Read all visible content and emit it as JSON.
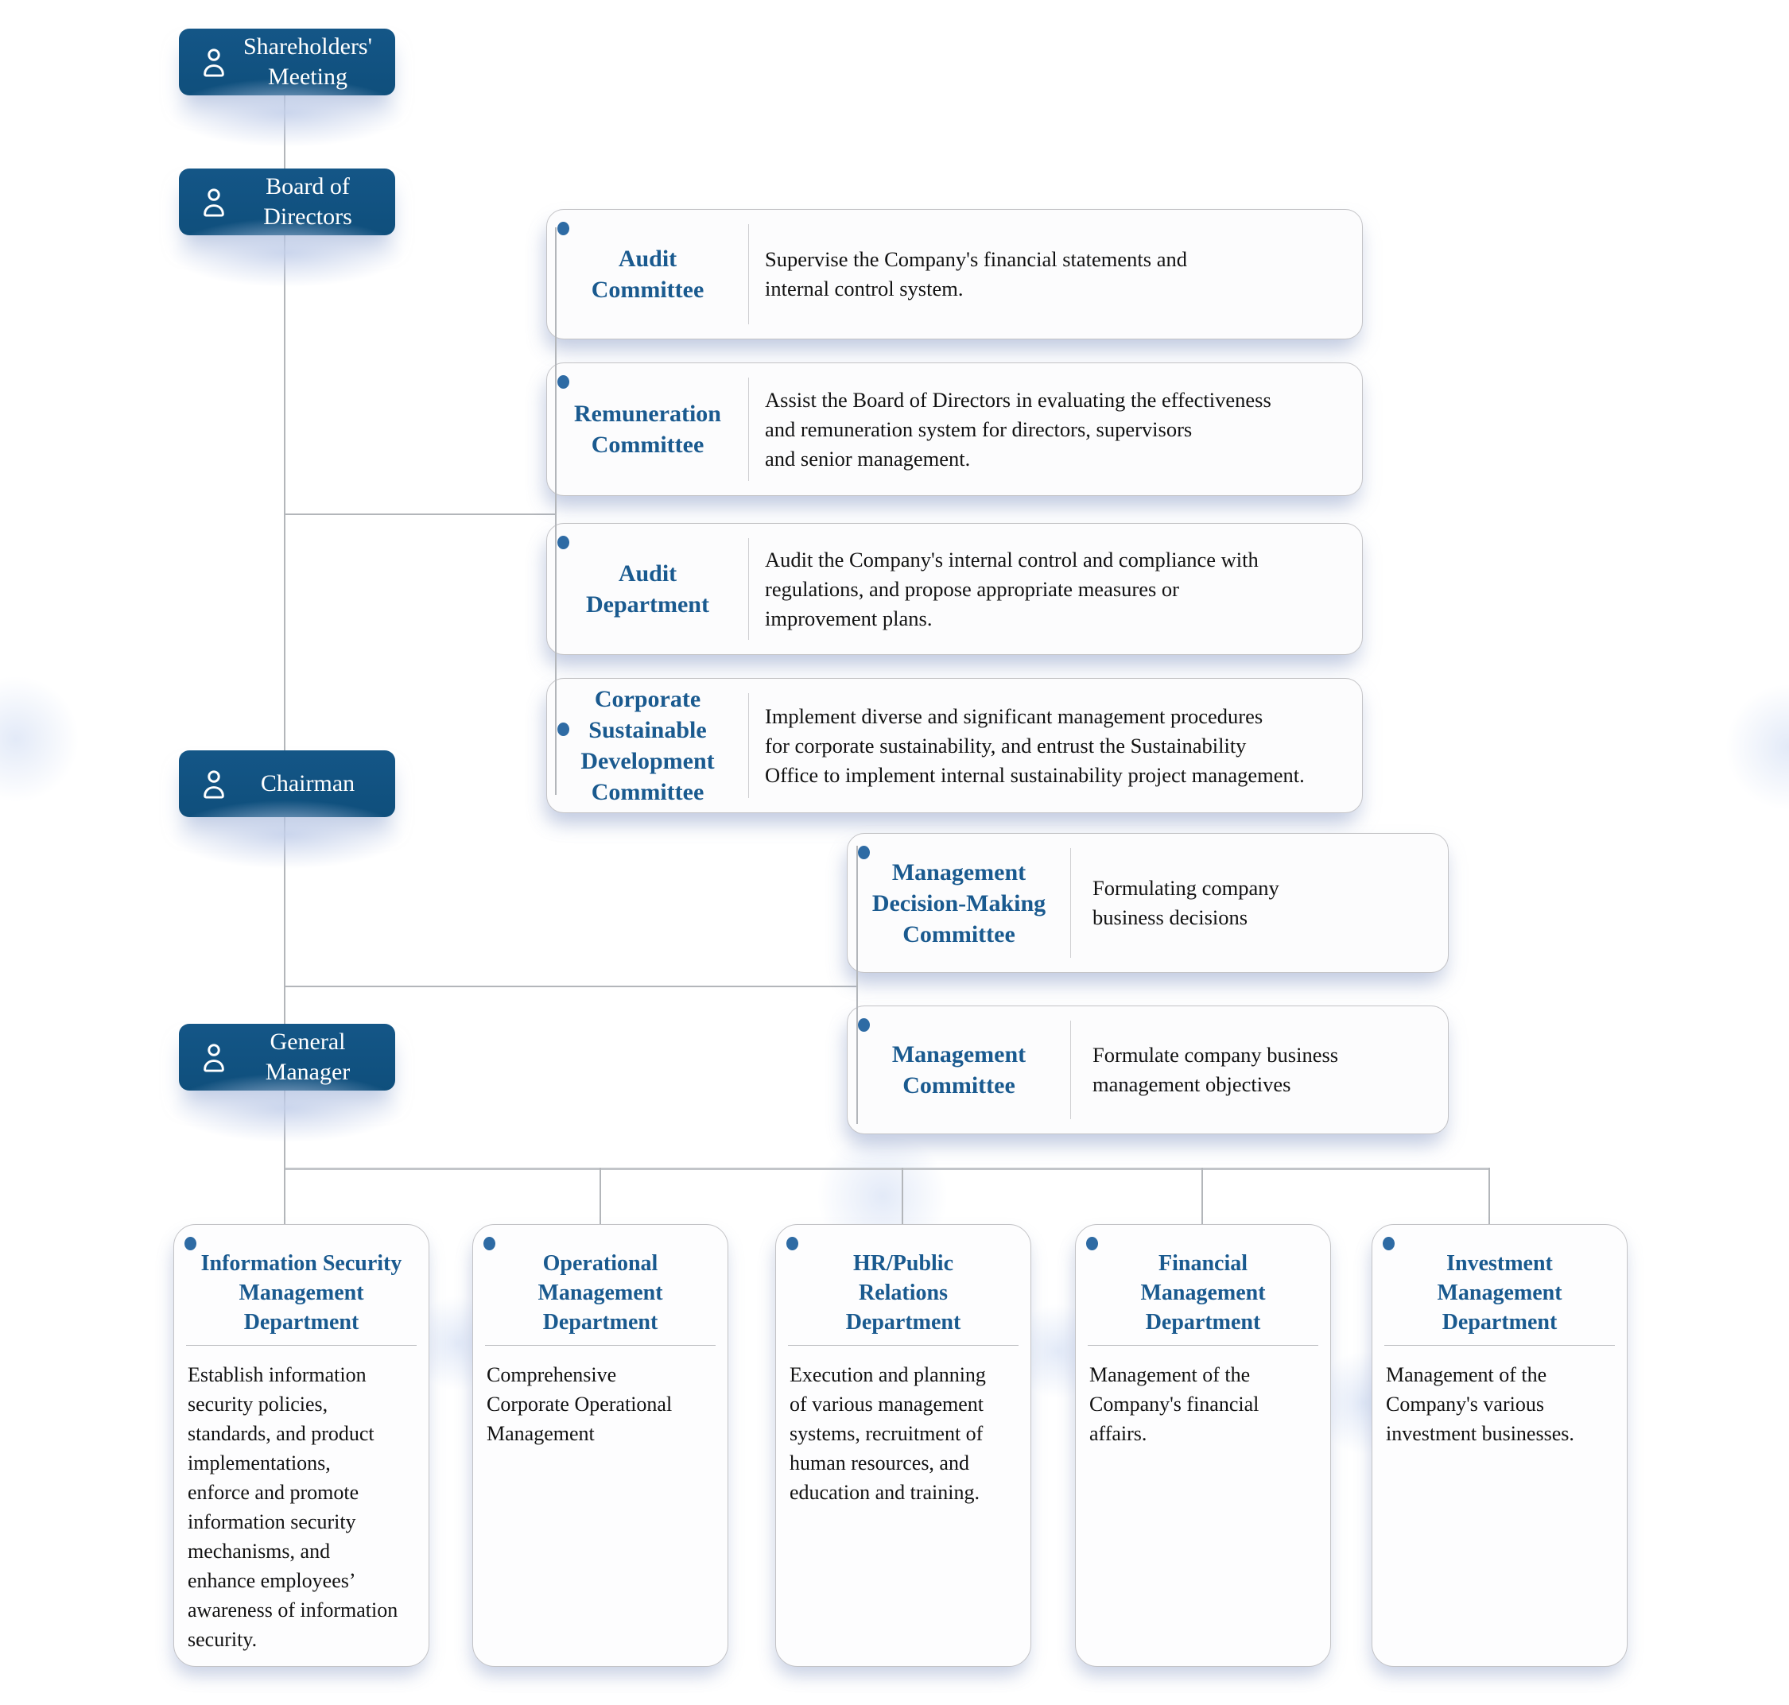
{
  "org_boxes": [
    {
      "label": "Shareholders'\nMeeting"
    },
    {
      "label": "Board of\nDirectors"
    },
    {
      "label": "Chairman"
    },
    {
      "label": "General\nManager"
    }
  ],
  "board_committees": [
    {
      "title": "Audit\nCommittee",
      "description": "Supervise the Company's financial statements and\ninternal control system."
    },
    {
      "title": "Remuneration\nCommittee",
      "description": "Assist the Board of Directors in evaluating the effectiveness\nand remuneration system for directors, supervisors\nand senior management."
    },
    {
      "title": "Audit\nDepartment",
      "description": "Audit the Company's internal control and compliance with\nregulations, and propose appropriate measures or\nimprovement plans."
    },
    {
      "title": "Corporate\nSustainable\nDevelopment\nCommittee",
      "description": "Implement diverse and significant management procedures\nfor corporate sustainability, and entrust the Sustainability\nOffice to implement internal sustainability project management."
    }
  ],
  "management_committees": [
    {
      "title": "Management\nDecision-Making\nCommittee",
      "description": "Formulating company\nbusiness decisions"
    },
    {
      "title": "Management\nCommittee",
      "description": "Formulate company business\nmanagement objectives"
    }
  ],
  "departments": [
    {
      "title": "Information Security\nManagement\nDepartment",
      "description": "Establish information\nsecurity policies,\nstandards, and product\nimplementations,\nenforce and promote\ninformation security\nmechanisms, and\nenhance employees’\nawareness of information\nsecurity."
    },
    {
      "title": "Operational\nManagement\nDepartment",
      "description": "Comprehensive\nCorporate Operational\nManagement"
    },
    {
      "title": "HR/Public\nRelations\nDepartment",
      "description": "Execution and planning\nof various management\nsystems, recruitment of\nhuman resources, and\neducation and training."
    },
    {
      "title": "Financial\nManagement\nDepartment",
      "description": "Management of the\nCompany's financial\naffairs."
    },
    {
      "title": "Investment\nManagement\nDepartment",
      "description": "Management of the\nCompany's various\ninvestment businesses."
    }
  ],
  "colors": {
    "org_box_blue": "#11527e",
    "title_blue": "#1a5a8f",
    "dot_blue": "#2e6ba4",
    "connector_gray": "#b3b6ba"
  }
}
